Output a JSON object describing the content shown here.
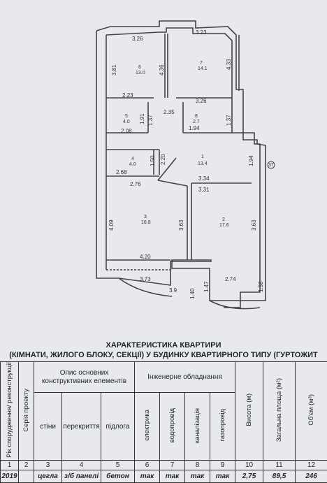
{
  "plan": {
    "dimensions": [
      "3.26",
      "3.23",
      "3.81",
      "4.36",
      "4.33",
      "2.23",
      "3.26",
      "2.35",
      "1.91",
      "1.37",
      "1.37",
      "2.08",
      "1.94",
      "1.50",
      "2.20",
      "1.94",
      "2.68",
      "3.34",
      "3.31",
      "2.76",
      "4.09",
      "3.63",
      "3.63",
      "4.20",
      "3.73",
      "2.74",
      "1.47",
      "1.40",
      "1.58",
      "3.9"
    ],
    "rooms": [
      {
        "num": "6",
        "area": "13.0"
      },
      {
        "num": "7",
        "area": "14.1"
      },
      {
        "num": "5",
        "area": "4.0"
      },
      {
        "num": "8",
        "area": "2.7"
      },
      {
        "num": "4",
        "area": "4.0"
      },
      {
        "num": "1",
        "area": "13.4"
      },
      {
        "num": "3",
        "area": "16.8"
      },
      {
        "num": "2",
        "area": "17.6"
      }
    ],
    "marker": "37"
  },
  "title_line1": "ХАРАКТЕРИСТИКА КВАРТИРИ",
  "title_line2": "(КІМНАТИ, ЖИЛОГО БЛОКУ, СЕКЦІЇ) У БУДИНКУ КВАРТИРНОГО ТИПУ (ГУРТОЖИТ",
  "table": {
    "col_year": "Рік спорудження/ реконструкції",
    "col_series": "Серія проекту",
    "group_elements": "Опис основних конструктивних елементів",
    "col_walls": "стіни",
    "col_floors": "перекриття",
    "col_floor": "підлога",
    "group_engineering": "Інженерне обладнання",
    "col_electric": "електрика",
    "col_water": "водопровід",
    "col_sewer": "каналізація",
    "col_gas": "газопровід",
    "col_height": "Висота (м)",
    "col_area": "Загальна площа (м²)",
    "col_volume": "Об'єм (м³)",
    "numbers": [
      "1",
      "2",
      "3",
      "4",
      "5",
      "6",
      "7",
      "8",
      "9",
      "10",
      "11",
      "12"
    ],
    "values": [
      "2019",
      "",
      "цегла",
      "з/б панелі",
      "бетон",
      "так",
      "так",
      "так",
      "так",
      "2,75",
      "89,5",
      "246"
    ]
  }
}
